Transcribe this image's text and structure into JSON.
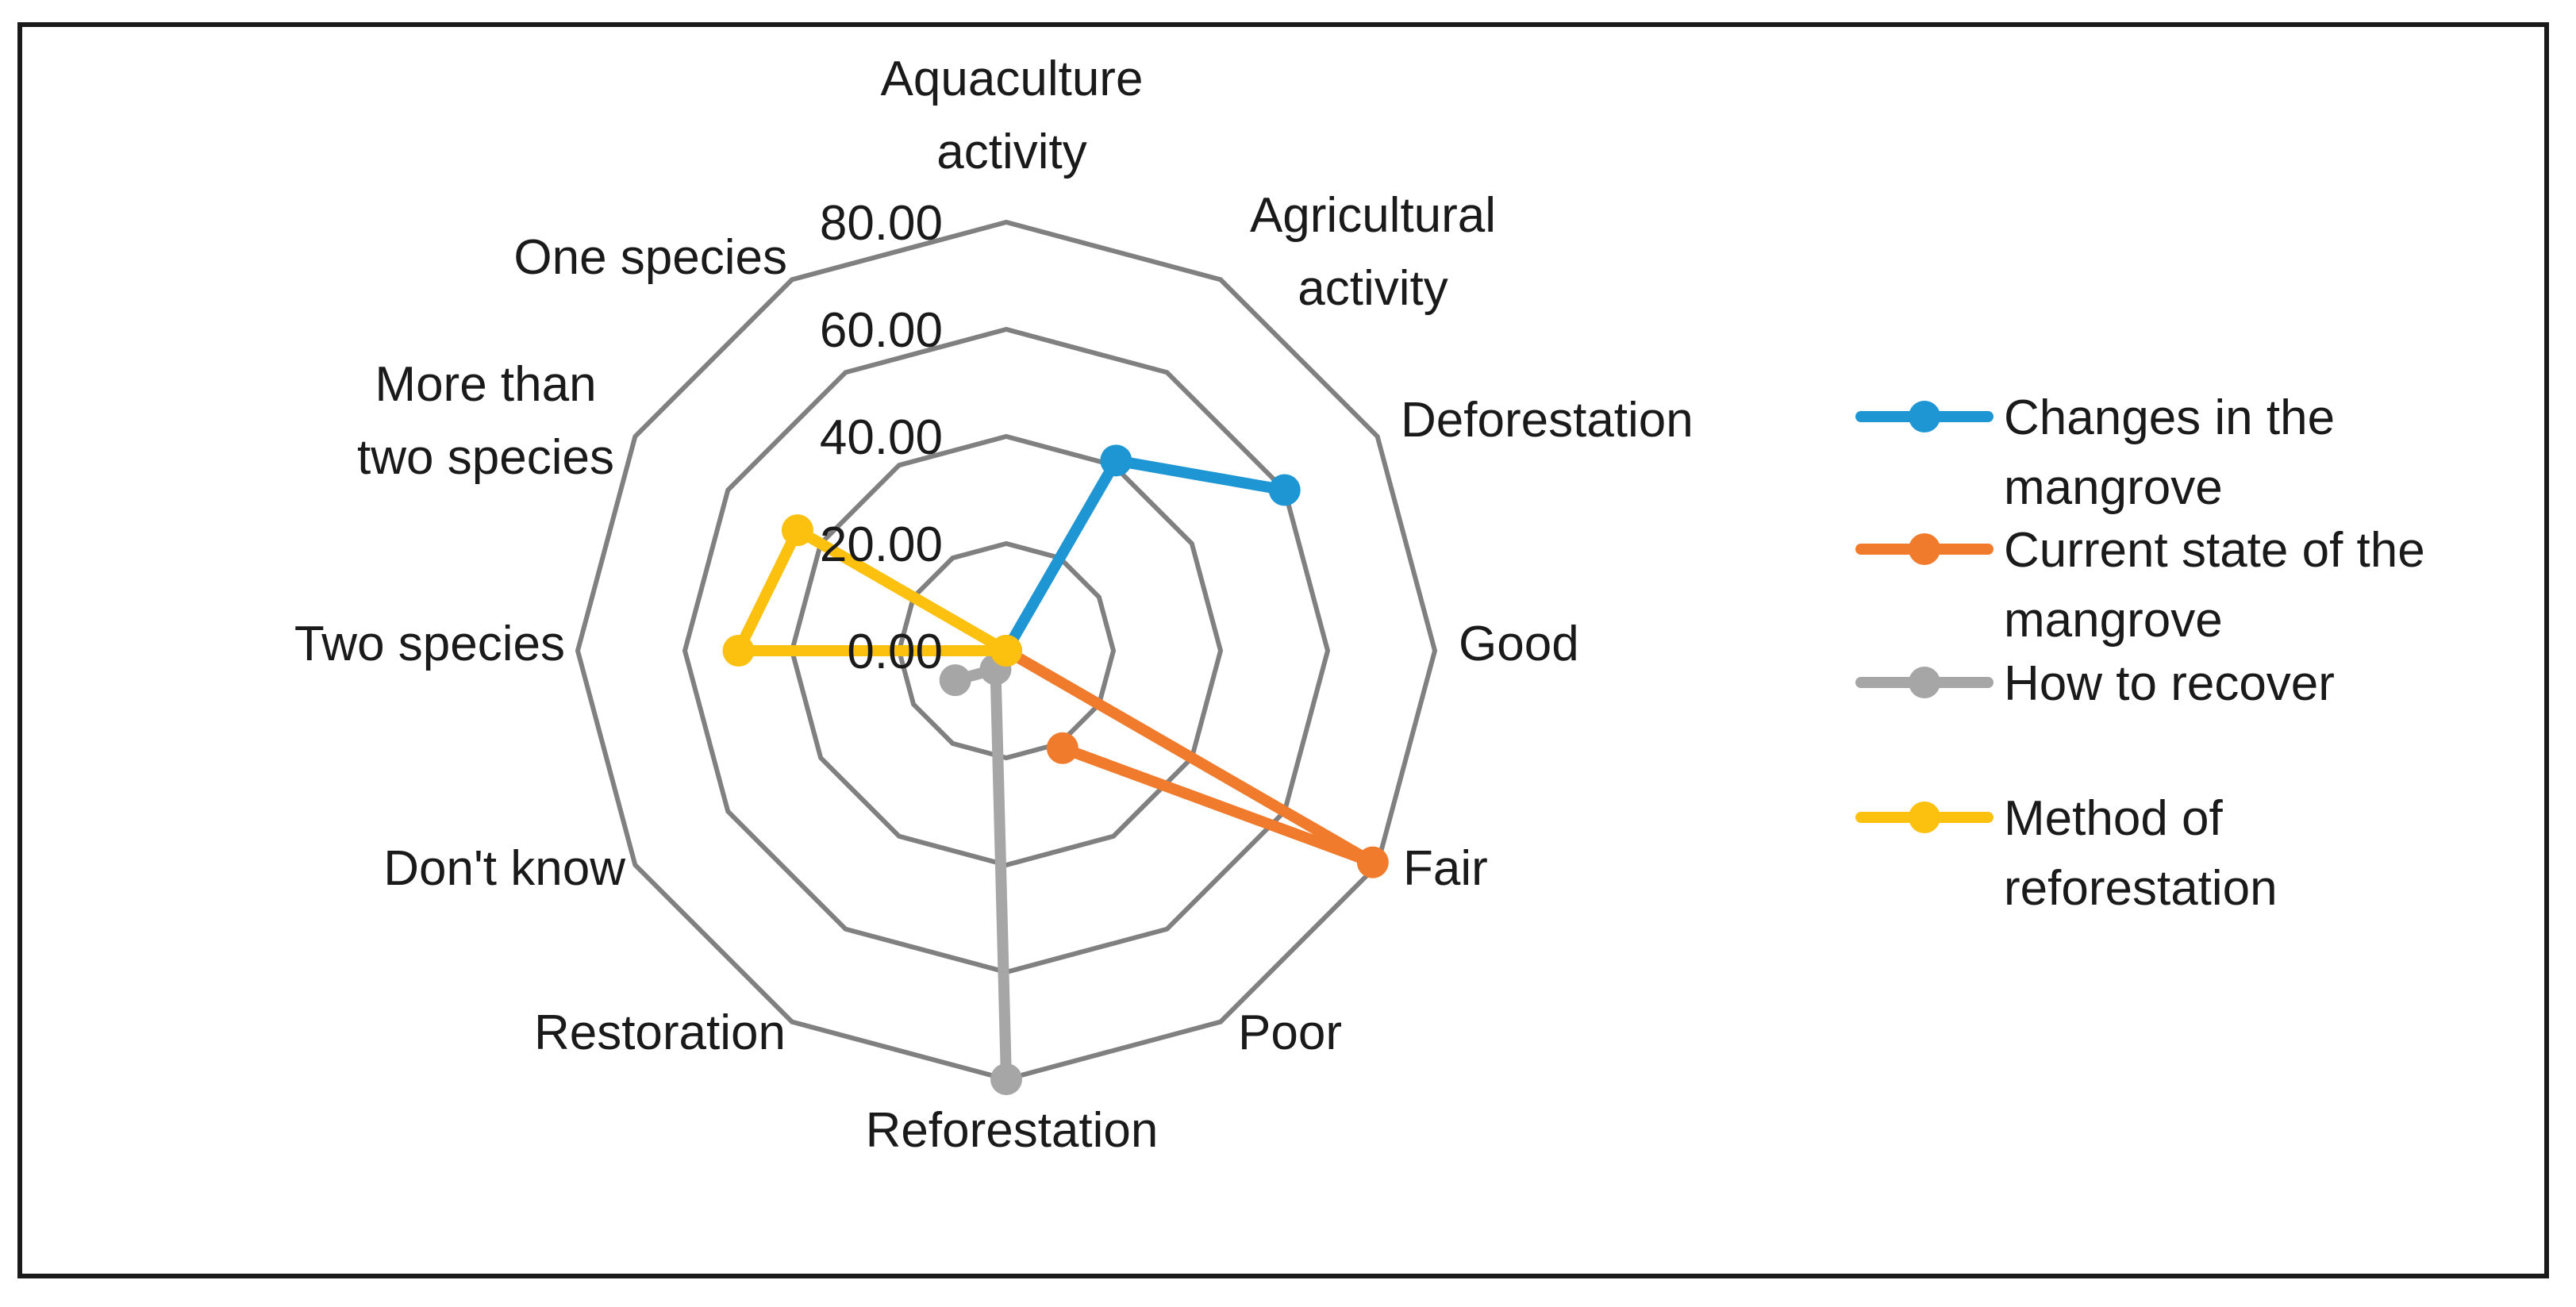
{
  "chart_data": {
    "type": "radar",
    "categories": [
      "Aquaculture activity",
      "Agricultural activity",
      "Deforestation",
      "Good",
      "Fair",
      "Poor",
      "Reforestation",
      "Restoration",
      "Don't know",
      "Two species",
      "More than two species",
      "One species"
    ],
    "r_ticks": [
      "0.00",
      "20.00",
      "40.00",
      "60.00",
      "80.00"
    ],
    "r_range": [
      0,
      80
    ],
    "grid": true,
    "legend_position": "right",
    "series": [
      {
        "name": "Changes in the mangrove",
        "color": "#1f96d4",
        "values": [
          0,
          41,
          60,
          null,
          null,
          null,
          null,
          null,
          null,
          null,
          null,
          null
        ]
      },
      {
        "name": "Current state of the mangrove",
        "color": "#f07b2d",
        "values": [
          null,
          null,
          null,
          0,
          79,
          21,
          null,
          null,
          null,
          null,
          null,
          null
        ]
      },
      {
        "name": "How to recover",
        "color": "#a6a6a6",
        "values": [
          null,
          null,
          null,
          null,
          null,
          null,
          80,
          4,
          11,
          null,
          null,
          null
        ]
      },
      {
        "name": "Method of reforestation",
        "color": "#fcc00f",
        "values": [
          0,
          null,
          null,
          null,
          null,
          null,
          null,
          null,
          null,
          50,
          45,
          0
        ]
      }
    ]
  }
}
